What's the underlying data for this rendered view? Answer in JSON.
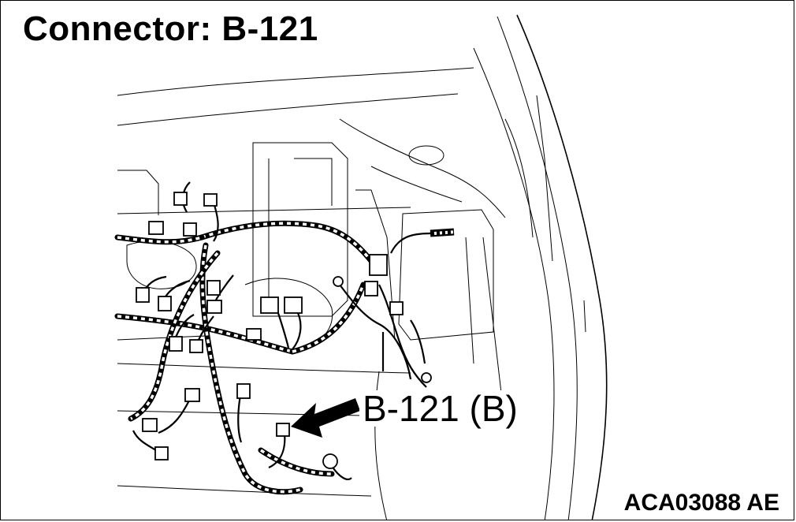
{
  "title": "Connector: B-121",
  "callout_label": "B-121 (B)",
  "figure_id": "ACA03088 AE"
}
